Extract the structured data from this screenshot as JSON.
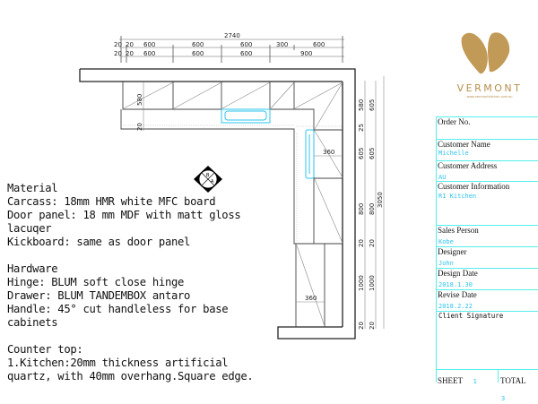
{
  "brand": {
    "name": "VERMONT",
    "url": "www.vermontkitchen.com.au",
    "color": "#c29a57"
  },
  "drawing": {
    "top_dims": {
      "overall": "2740",
      "row1": [
        "20",
        "20",
        "600",
        "600",
        "600",
        "300",
        "600"
      ],
      "row2": [
        "20",
        "20",
        "600",
        "600",
        "600",
        "900"
      ]
    },
    "right_dims": {
      "col1": [
        "580",
        "25",
        "605",
        "800",
        "20",
        "1000",
        "20"
      ],
      "col2": [
        "605",
        "605",
        "800",
        "20",
        "1000",
        "20"
      ],
      "overall": "3050"
    },
    "depth_labels": [
      "580",
      "20"
    ],
    "widths": [
      "360",
      "360"
    ],
    "compass": [
      "B",
      "A"
    ]
  },
  "notes": [
    "Material",
    "Carcass: 18mm HMR white MFC board",
    "Door panel: 18 mm MDF with matt gloss",
    "lacuqer",
    "Kickboard: same as door panel",
    "",
    "Hardware",
    "Hinge: BLUM soft close hinge",
    "Drawer: BLUM TANDEMBOX antaro",
    "Handle: 45° cut handleless for base",
    "cabinets",
    "",
    "Counter top:",
    "1.Kitchen:20mm thickness artificial",
    "quartz, with 40mm overhang.Square edge."
  ],
  "title_block": {
    "order_no": {
      "label": "Order No.",
      "value": ""
    },
    "customer_name": {
      "label": "Customer Name",
      "value": "Michelle"
    },
    "customer_address": {
      "label": "Customer Address",
      "value": "AU"
    },
    "customer_info": {
      "label": "Customer Information",
      "value": "R1 Kitchen"
    },
    "sales_person": {
      "label": "Sales Person",
      "value": "Kobe"
    },
    "designer": {
      "label": "Designer",
      "value": "John"
    },
    "design_date": {
      "label": "Design Date",
      "value": "2018.1.30"
    },
    "revise_date": {
      "label": "Revise Date",
      "value": "2018.2.22"
    },
    "client_signature": {
      "label": "Client  Signature"
    },
    "sheet": {
      "label": "SHEET",
      "value": "1"
    },
    "total": {
      "label": "TOTAL",
      "value": "3"
    }
  },
  "colors": {
    "accent_cyan": "#2bc4ef",
    "table_line": "#55eeee",
    "line": "#333333"
  }
}
